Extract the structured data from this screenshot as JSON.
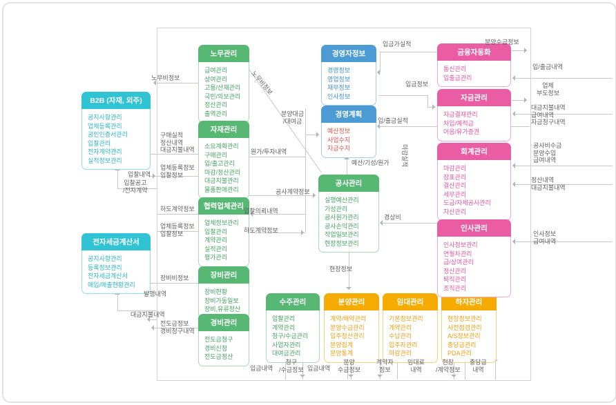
{
  "diagram": {
    "colors": {
      "teal": "#2fc3d4",
      "green": "#56b873",
      "blue": "#4d9bd4",
      "pink": "#ea5ca4",
      "yellow": "#f6ab00",
      "accent_red": "#e2574a",
      "connector": "#c8c8c8",
      "label_text": "#5e5e5e"
    },
    "boxes": [
      {
        "id": "b2b",
        "title": "B2B (자재, 외주)",
        "theme": "teal",
        "items": [
          "공지사항관리",
          "업체등록관리",
          "공인인증서관리",
          "입찰관리",
          "전자계약관리",
          "실적정보관리"
        ]
      },
      {
        "id": "tax",
        "title": "전자세금계산서",
        "theme": "teal",
        "items": [
          "공지사항관리",
          "등록정보관리",
          "전자세금계산서",
          "매입/매출현황관리"
        ]
      },
      {
        "id": "labor",
        "title": "노무관리",
        "theme": "green",
        "items": [
          "급여관리",
          "상여관리",
          "고용/산재관리",
          "국민/의보관리",
          "정산관리",
          "출역관리"
        ]
      },
      {
        "id": "material",
        "title": "자재관리",
        "theme": "green",
        "items": [
          "소요계획관리",
          "구매관리",
          "입/출고관리",
          "마감/정산관리",
          "대금지불관리",
          "물품판매관리"
        ]
      },
      {
        "id": "partner",
        "title": "협력업체관리",
        "theme": "green",
        "items": [
          "업체정보관리",
          "입찰관리",
          "계약관리",
          "실적관리",
          "평가관리"
        ]
      },
      {
        "id": "equipment",
        "title": "장비관리",
        "theme": "green",
        "items": [
          "장비현황",
          "장비가동일보",
          "장비,유류정산"
        ]
      },
      {
        "id": "expense",
        "title": "경비관리",
        "theme": "green",
        "items": [
          "전도금청구",
          "경비신청",
          "전도금정산"
        ]
      },
      {
        "id": "executive",
        "title": "경영자정보",
        "theme": "blue",
        "items": [
          "경영정보",
          "영업정보",
          "재무정보",
          "인사정보"
        ]
      },
      {
        "id": "planning",
        "title": "경영계획",
        "theme": "blue",
        "accent": "red",
        "items": [
          "예산정보",
          "사업수지",
          "자금수지"
        ]
      },
      {
        "id": "construction",
        "title": "공사관리",
        "theme": "green",
        "items": [
          "실행예산관리",
          "기성관리",
          "공사원가관리",
          "공사손익관리",
          "작업일보관리",
          "현장정보관리"
        ]
      },
      {
        "id": "order",
        "title": "수주관리",
        "theme": "green",
        "items": [
          "입찰관리",
          "계약관리",
          "청구/수금관리",
          "사업자관리",
          "대여금관리"
        ]
      },
      {
        "id": "sales",
        "title": "분양관리",
        "theme": "yellow",
        "items": [
          "계약/해약관리",
          "분양수금관리",
          "입주정산관리",
          "분양집계",
          "분양통계"
        ]
      },
      {
        "id": "lease",
        "title": "임대관리",
        "theme": "yellow",
        "items": [
          "기본정보관리",
          "계약관리",
          "수납관리",
          "입주자관리",
          "마감관리"
        ]
      },
      {
        "id": "defect",
        "title": "하자관리",
        "theme": "yellow",
        "items": [
          "현장정보관리",
          "사전점검관리",
          "A/S정보관리",
          "충당금관리",
          "PDA관리"
        ]
      },
      {
        "id": "banking",
        "title": "금융자동화",
        "theme": "pink",
        "items": [
          "통신관리",
          "입출금관리"
        ]
      },
      {
        "id": "fund",
        "title": "자금관리",
        "theme": "pink",
        "items": [
          "자금결재관리",
          "차입/예적금",
          "어음/유가증권"
        ]
      },
      {
        "id": "accounting",
        "title": "회계관리",
        "theme": "pink",
        "items": [
          "마감관리",
          "장표관리",
          "결산관리",
          "세무관리",
          "도급/자체공사관리",
          "자산관리"
        ]
      },
      {
        "id": "hr",
        "title": "인사관리",
        "theme": "pink",
        "items": [
          "인사정보관리",
          "연월차관리",
          "급/상여관리",
          "정산관리",
          "퇴직관리",
          "조직관리"
        ]
      }
    ],
    "labels": [
      {
        "id": "labor-cost-left",
        "lines": [
          "노무비정보"
        ]
      },
      {
        "id": "purchase-left",
        "lines": [
          "구매실적",
          "정산내역",
          "대금지불내역"
        ]
      },
      {
        "id": "vendor-bid-1",
        "lines": [
          "업체등록정보",
          "입찰정보"
        ]
      },
      {
        "id": "bid-history",
        "lines": [
          "입찰내역"
        ]
      },
      {
        "id": "bid-notice",
        "lines": [
          "입찰공고",
          "/전자계약"
        ]
      },
      {
        "id": "subcontract-left",
        "lines": [
          "하도계약정보"
        ]
      },
      {
        "id": "vendor-bid-2",
        "lines": [
          "업체등록정보",
          "입찰정보"
        ]
      },
      {
        "id": "equip-cost",
        "lines": [
          "장비비정보"
        ]
      },
      {
        "id": "issue-history",
        "lines": [
          "발행내역"
        ]
      },
      {
        "id": "payment-left",
        "lines": [
          "대금지불내역"
        ]
      },
      {
        "id": "advance-info",
        "lines": [
          "전도금정보",
          "경비청구내역"
        ]
      },
      {
        "id": "labor-cost-diag",
        "lines": [
          "노무비정보"
        ]
      },
      {
        "id": "sale-loan",
        "lines": [
          "분양대금",
          "/대여금"
        ]
      },
      {
        "id": "cost-invest",
        "lines": [
          "원가/투자내역"
        ]
      },
      {
        "id": "const-contract",
        "lines": [
          "공사계약정보"
        ]
      },
      {
        "id": "bid-request",
        "lines": [
          "입찰의뢰내역"
        ]
      },
      {
        "id": "subcontract-info",
        "lines": [
          "하도계약정보"
        ]
      },
      {
        "id": "budget-cost",
        "lines": [
          "예산/기성/원가"
        ]
      },
      {
        "id": "inout-perf",
        "lines": [
          "입/출금실적"
        ]
      },
      {
        "id": "closing-perf",
        "lines": [
          "마감실적"
        ]
      },
      {
        "id": "deposit-perf",
        "lines": [
          "입금가실적"
        ]
      },
      {
        "id": "deposit-info",
        "lines": [
          "입금정보"
        ]
      },
      {
        "id": "overhead",
        "lines": [
          "경상비"
        ]
      },
      {
        "id": "site-info",
        "lines": [
          "현장정보"
        ]
      },
      {
        "id": "deposit-b1",
        "lines": [
          "입금내역"
        ]
      },
      {
        "id": "billing-info",
        "lines": [
          "청구",
          "/수금정보"
        ]
      },
      {
        "id": "deposit-b2",
        "lines": [
          "입금내역"
        ]
      },
      {
        "id": "sale-collect-b",
        "lines": [
          "분양",
          "수금정보"
        ]
      },
      {
        "id": "contractor-info",
        "lines": [
          "계약자",
          "정보"
        ]
      },
      {
        "id": "rent-info",
        "lines": [
          "임대료",
          "내역"
        ]
      },
      {
        "id": "site-contract",
        "lines": [
          "현장",
          "/계약정보"
        ]
      },
      {
        "id": "reserve-info",
        "lines": [
          "충당금",
          "내역"
        ]
      },
      {
        "id": "sale-collect-r",
        "lines": [
          "분양수금정보"
        ]
      },
      {
        "id": "inout-hist-r",
        "lines": [
          "입/출금내역"
        ]
      },
      {
        "id": "vendor-default",
        "lines": [
          "업체",
          "부도정보"
        ]
      },
      {
        "id": "pay-salary-fund",
        "lines": [
          "대금지불내역",
          "급여내역",
          "자금청구내역"
        ]
      },
      {
        "id": "const-income",
        "lines": [
          "공사비수금",
          "분양수입",
          "급여내역"
        ]
      },
      {
        "id": "settle-pay",
        "lines": [
          "정산내역",
          "대금지불내역"
        ]
      },
      {
        "id": "hr-salary",
        "lines": [
          "인사정보",
          "급여내역"
        ]
      }
    ]
  }
}
